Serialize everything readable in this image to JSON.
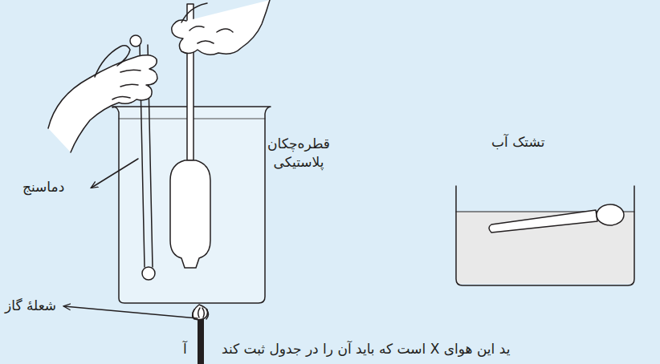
{
  "diagram": {
    "labels": [
      "دماسنج",
      "قطره‌چکان پلاستیکی",
      "شعلهٔ گاز",
      "تشتک آب",
      "آ",
      "ید این هوای X است که باید آن را در جدول ثبت کند"
    ]
  }
}
